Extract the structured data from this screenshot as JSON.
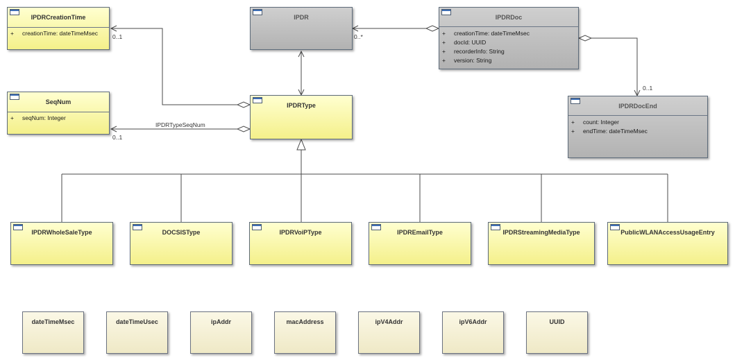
{
  "classes": {
    "ipdr_creation_time": {
      "name": "IPDRCreationTime",
      "attributes": [
        {
          "visibility": "+",
          "text": "creationTime: dateTimeMsec"
        }
      ]
    },
    "seqnum": {
      "name": "SeqNum",
      "attributes": [
        {
          "visibility": "+",
          "text": "seqNum: Integer"
        }
      ]
    },
    "ipdr": {
      "name": "IPDR"
    },
    "ipdr_doc": {
      "name": "IPDRDoc",
      "attributes": [
        {
          "visibility": "+",
          "text": "creationTime: dateTimeMsec"
        },
        {
          "visibility": "+",
          "text": "docId: UUID"
        },
        {
          "visibility": "+",
          "text": "recorderInfo: String"
        },
        {
          "visibility": "+",
          "text": "version: String"
        }
      ]
    },
    "ipdr_type": {
      "name": "IPDRType"
    },
    "ipdr_doc_end": {
      "name": "IPDRDocEnd",
      "attributes": [
        {
          "visibility": "+",
          "text": "count: Integer"
        },
        {
          "visibility": "+",
          "text": "endTime: dateTimeMsec"
        }
      ]
    },
    "subtypes": [
      {
        "name": "IPDRWholeSaleType"
      },
      {
        "name": "DOCSISType"
      },
      {
        "name": "IPDRVoiPType"
      },
      {
        "name": "IPDREmailType"
      },
      {
        "name": "IPDRStreamingMediaType"
      },
      {
        "name": "PublicWLANAccessUsageEntry"
      }
    ],
    "datatypes": [
      {
        "name": "dateTimeMsec"
      },
      {
        "name": "dateTimeUsec"
      },
      {
        "name": "ipAddr"
      },
      {
        "name": "macAddress"
      },
      {
        "name": "ipV4Addr"
      },
      {
        "name": "ipV6Addr"
      },
      {
        "name": "UUID"
      }
    ]
  },
  "labels": {
    "creation_time_mult": "0..1",
    "seqnum_mult": "0..1",
    "seqnum_assoc": "IPDRTypeSeqNum",
    "ipdr_mult": "0..*",
    "doc_end_mult": "0..1"
  }
}
